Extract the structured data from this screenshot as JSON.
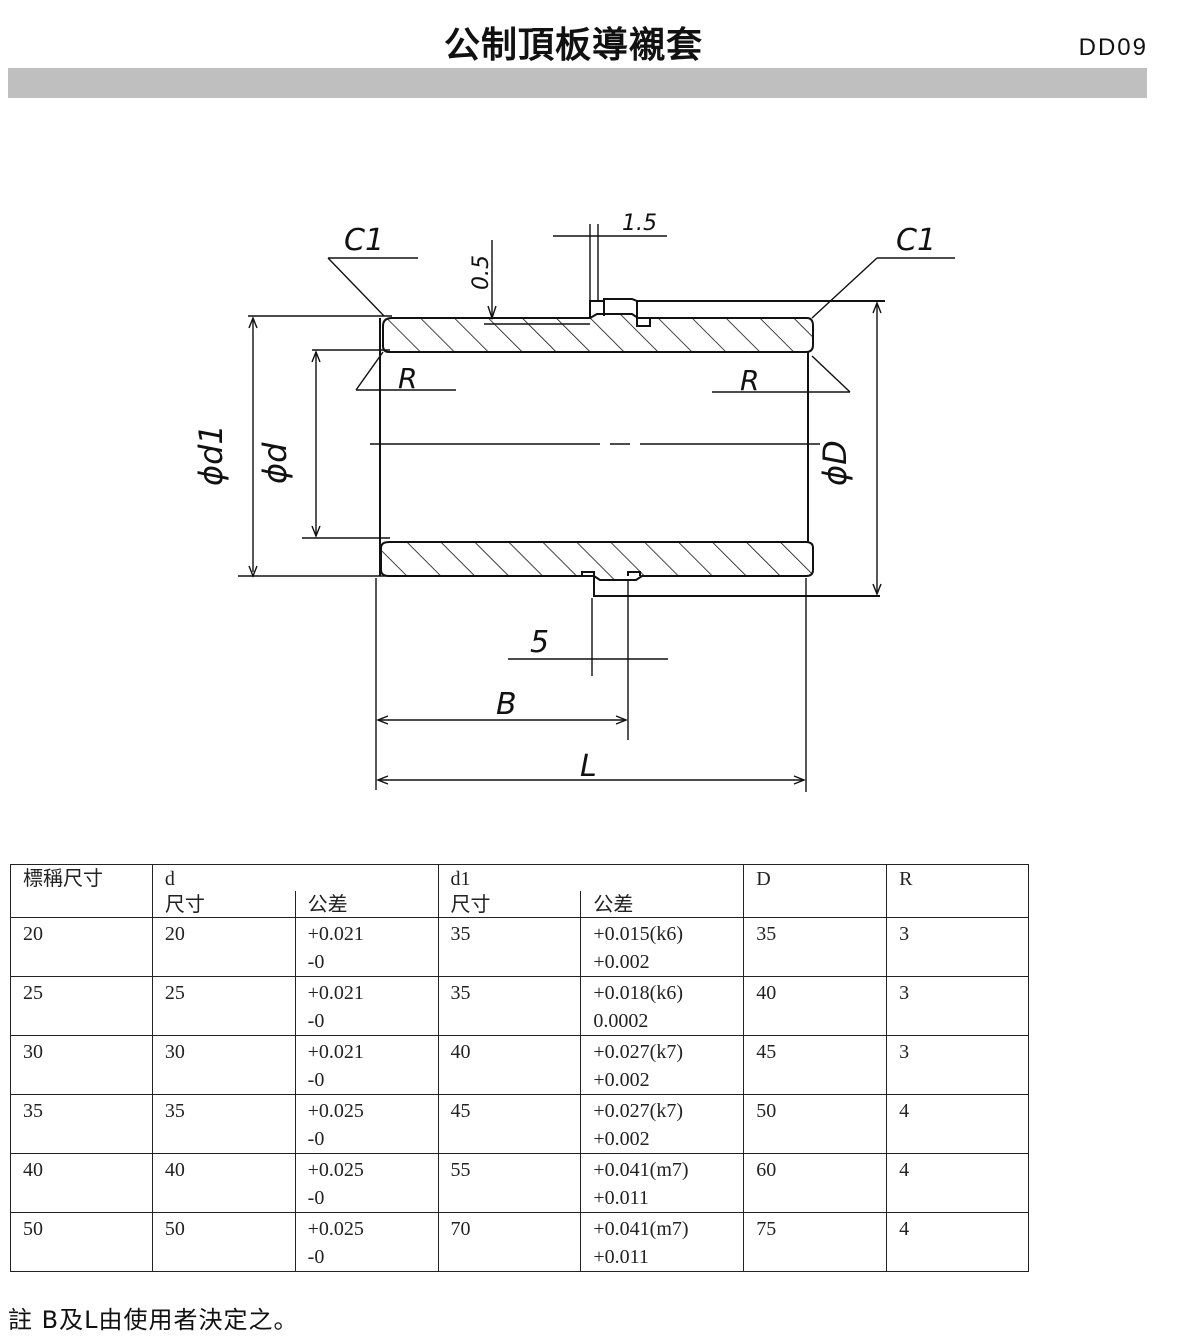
{
  "header": {
    "title": "公制頂板導襯套",
    "code": "DD09"
  },
  "drawing": {
    "labels": {
      "c1_left": "C1",
      "c1_right": "C1",
      "groove_width": "1.5",
      "groove_depth": "0.5",
      "r_left": "R",
      "r_right": "R",
      "phi_d1": "ϕd1",
      "phi_d": "ϕd",
      "phi_D": "ϕD",
      "groove_offset": "5",
      "dim_B": "B",
      "dim_L": "L"
    }
  },
  "table": {
    "headers": {
      "nominal": "標稱尺寸",
      "d": "d",
      "d1": "d1",
      "D": "D",
      "R": "R",
      "size": "尺寸",
      "tolerance": "公差"
    },
    "rows": [
      {
        "nominal": "20",
        "d_size": "20",
        "d_tol_upper": "+0.021",
        "d_tol_lower": "-0",
        "d1_size": "35",
        "d1_tol_upper": "+0.015(k6)",
        "d1_tol_lower": "+0.002",
        "D": "35",
        "R": "3"
      },
      {
        "nominal": "25",
        "d_size": "25",
        "d_tol_upper": "+0.021",
        "d_tol_lower": "-0",
        "d1_size": "35",
        "d1_tol_upper": "+0.018(k6)",
        "d1_tol_lower": "0.0002",
        "D": "40",
        "R": "3"
      },
      {
        "nominal": "30",
        "d_size": "30",
        "d_tol_upper": "+0.021",
        "d_tol_lower": "-0",
        "d1_size": "40",
        "d1_tol_upper": "+0.027(k7)",
        "d1_tol_lower": "+0.002",
        "D": "45",
        "R": "3"
      },
      {
        "nominal": "35",
        "d_size": "35",
        "d_tol_upper": "+0.025",
        "d_tol_lower": "-0",
        "d1_size": "45",
        "d1_tol_upper": "+0.027(k7)",
        "d1_tol_lower": "+0.002",
        "D": "50",
        "R": "4"
      },
      {
        "nominal": "40",
        "d_size": "40",
        "d_tol_upper": "+0.025",
        "d_tol_lower": "-0",
        "d1_size": "55",
        "d1_tol_upper": "+0.041(m7)",
        "d1_tol_lower": "+0.011",
        "D": "60",
        "R": "4"
      },
      {
        "nominal": "50",
        "d_size": "50",
        "d_tol_upper": "+0.025",
        "d_tol_lower": "-0",
        "d1_size": "70",
        "d1_tol_upper": "+0.041(m7)",
        "d1_tol_lower": "+0.011",
        "D": "75",
        "R": "4"
      }
    ]
  },
  "note": "註 B及L由使用者決定之。"
}
